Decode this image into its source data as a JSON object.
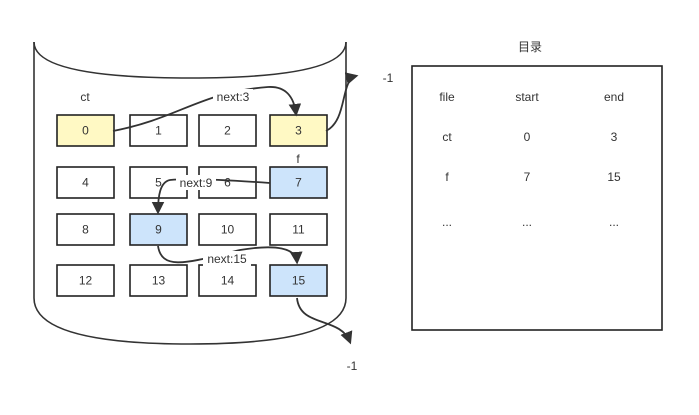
{
  "disk": {
    "blocks": [
      "0",
      "1",
      "2",
      "3",
      "4",
      "5",
      "6",
      "7",
      "8",
      "9",
      "10",
      "11",
      "12",
      "13",
      "14",
      "15"
    ],
    "colors": {
      "ct": "#fff9c4",
      "f": "#cde4fb",
      "free": "#ffffff",
      "stroke": "#222222"
    },
    "ct_blocks": [
      0,
      3
    ],
    "f_blocks": [
      7,
      9,
      15
    ],
    "file_labels": {
      "ct": "ct",
      "f": "f"
    },
    "pointers": {
      "ct_next_3": "next:3",
      "f_next_9": "next:9",
      "f_next_15": "next:15"
    },
    "terminal_top": "-1",
    "terminal_bottom": "-1"
  },
  "directory": {
    "title": "目录",
    "columns": [
      "file",
      "start",
      "end"
    ],
    "rows": [
      [
        "ct",
        "0",
        "3"
      ],
      [
        "f",
        "7",
        "15"
      ],
      [
        "...",
        "...",
        "..."
      ]
    ]
  }
}
